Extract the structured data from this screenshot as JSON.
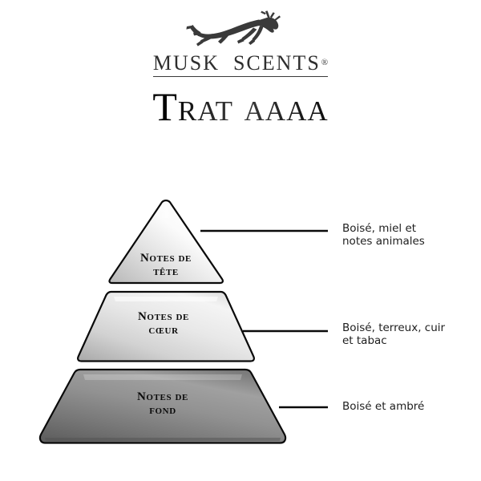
{
  "brand": {
    "logo_icon": "leaping-deer-icon",
    "name": "MUSK  SCENTS",
    "registered_mark": "®"
  },
  "title": "Trat aaaa",
  "pyramid": {
    "tiers": [
      {
        "id": "top",
        "label": "Notes de\ntête",
        "note": "Boisé, miel et\nnotes animales",
        "fill_light": "#ffffff",
        "fill_dark": "#c9c9c9"
      },
      {
        "id": "middle",
        "label": "Notes de\ncœur",
        "note": "Boisé, terreux, cuir\net tabac",
        "fill_light": "#efefef",
        "fill_dark": "#b4b4b4"
      },
      {
        "id": "bottom",
        "label": "Notes de\nfond",
        "note": "Boisé et ambré",
        "fill_light": "#9a9a9a",
        "fill_dark": "#6f6f6f"
      }
    ]
  },
  "colors": {
    "background": "#ffffff",
    "text": "#1e1e1e",
    "outline": "#0a0a0a",
    "logo": "#3a3a3a"
  }
}
